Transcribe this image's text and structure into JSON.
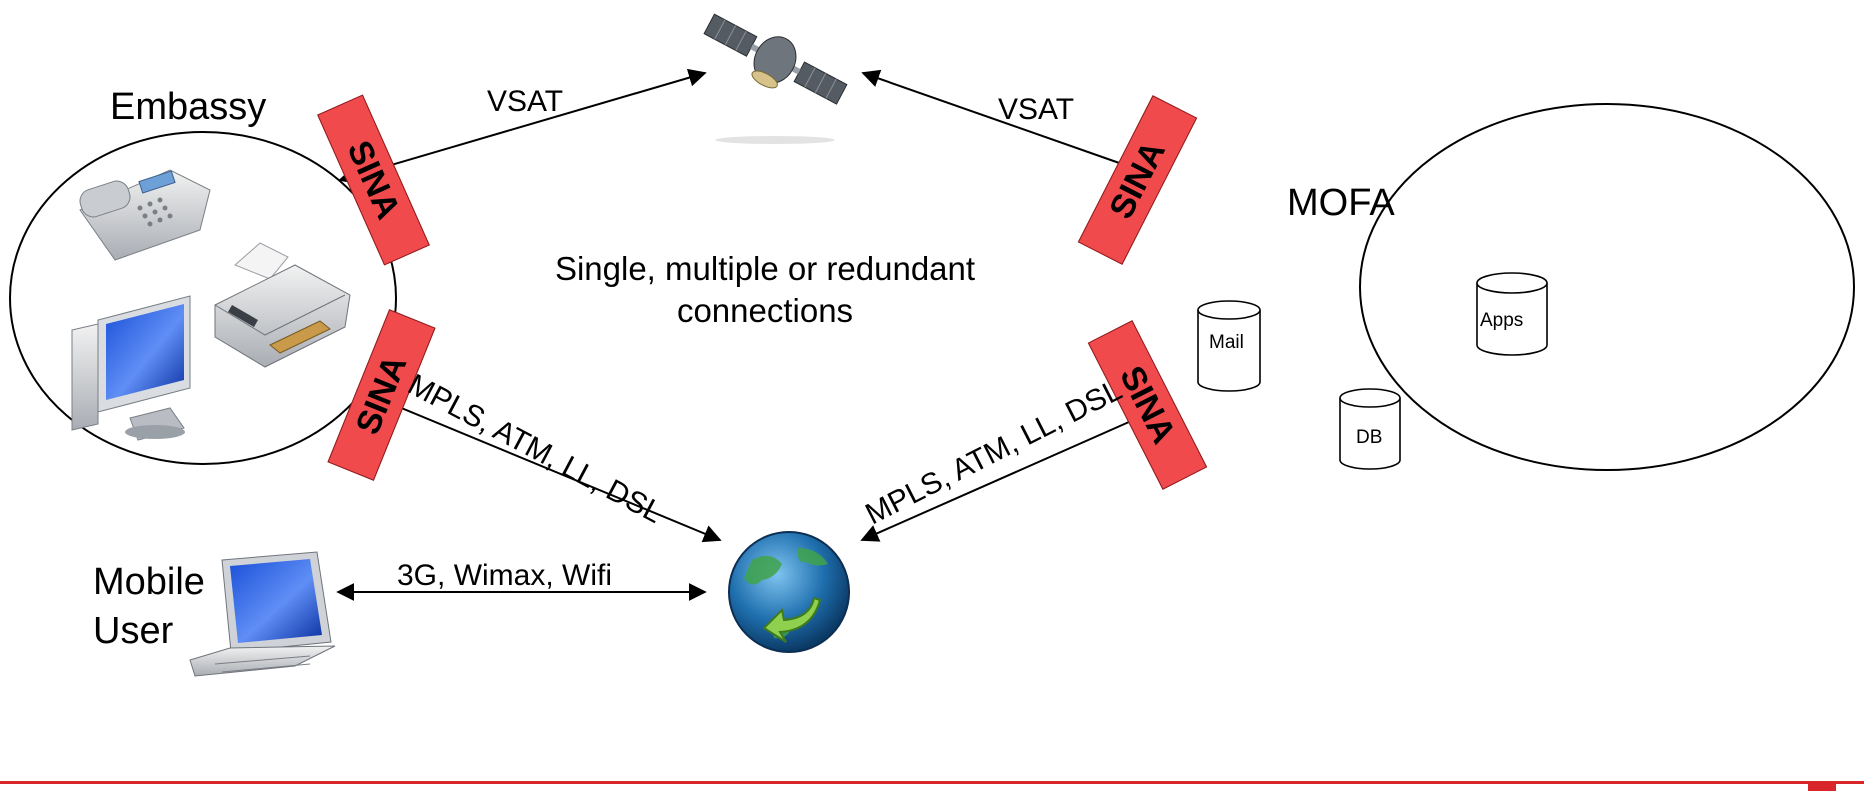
{
  "colors": {
    "sina_fill": "#f04a4c",
    "sina_border": "#8a1d1f",
    "accent_line": "#d9262b",
    "link": "#000000"
  },
  "icons": [
    "satellite-icon",
    "globe-icon",
    "phone-icon",
    "printer-icon",
    "desktop-icon",
    "laptop-icon",
    "database-icon"
  ],
  "nodes": {
    "embassy": "Embassy",
    "mofa": "MOFA",
    "mobile_line1": "Mobile",
    "mobile_line2": "User"
  },
  "databases": {
    "mail": "Mail",
    "apps": "Apps",
    "db": "DB"
  },
  "links": {
    "vsat_left": "VSAT",
    "vsat_right": "VSAT",
    "mpls_left": "MPLS, ATM, LL, DSL",
    "mpls_right": "MPLS, ATM, LL, DSL",
    "mobile": "3G, Wimax, Wifi"
  },
  "center_text": "Single, multiple or redundant connections",
  "sina_label": "SINA"
}
